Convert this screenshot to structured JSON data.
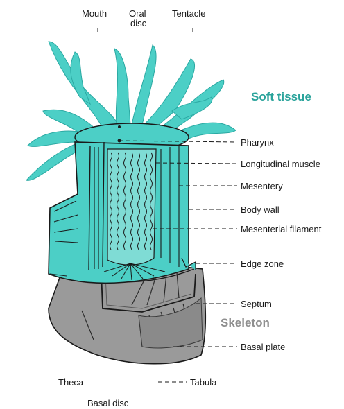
{
  "colors": {
    "soft_tissue": "#4ccfc6",
    "soft_tissue_dark": "#2aa8a2",
    "skeleton": "#9a9a9a",
    "skeleton_dark": "#6c6c6c",
    "soft_tissue_title": "#2aa39b",
    "skeleton_title": "#8f8f8f"
  },
  "titles": {
    "soft_tissue": "Soft tissue",
    "skeleton": "Skeleton"
  },
  "labels": {
    "mouth": "Mouth",
    "oral_disc_line1": "Oral",
    "oral_disc_line2": "disc",
    "tentacle": "Tentacle",
    "pharynx": "Pharynx",
    "longitudinal_muscle": "Longitudinal muscle",
    "mesentery": "Mesentery",
    "body_wall": "Body wall",
    "mesenterial_filament": "Mesenterial filament",
    "edge_zone": "Edge zone",
    "septum": "Septum",
    "basal_plate": "Basal plate",
    "theca": "Theca",
    "tabula": "Tabula",
    "basal_disc": "Basal disc"
  }
}
